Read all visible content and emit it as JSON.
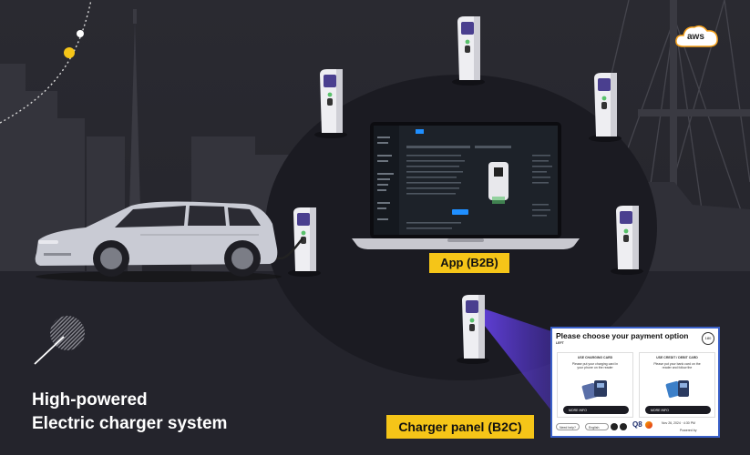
{
  "headline": {
    "line1": "High-powered",
    "line2": "Electric charger system"
  },
  "labels": {
    "app_b2b": "App (B2B)",
    "charger_b2c": "Charger panel (B2C)"
  },
  "logo": {
    "aws": "aws"
  },
  "panel": {
    "title": "Please choose your payment option",
    "subtitle": "LEFT",
    "timer": "180",
    "left_option": "USE CHARGING CARD",
    "right_option": "USE CREDIT / DEBIT CARD",
    "left_hint": "Please put your charging card in your phone on the reader",
    "right_hint": "Please put your bank card on the reader and follow the",
    "more_info": "MORE INFO",
    "need_help": "Need help?",
    "language": "English",
    "brand": "Q8",
    "footer_time": "Nov 26, 2024 · 4:30 PM",
    "powered": "Powered by"
  },
  "colors": {
    "accent_yellow": "#f5c518",
    "screen_purple": "#4a3f8f",
    "beam": "#5b3fd6",
    "panel_border": "#3a60c8"
  }
}
